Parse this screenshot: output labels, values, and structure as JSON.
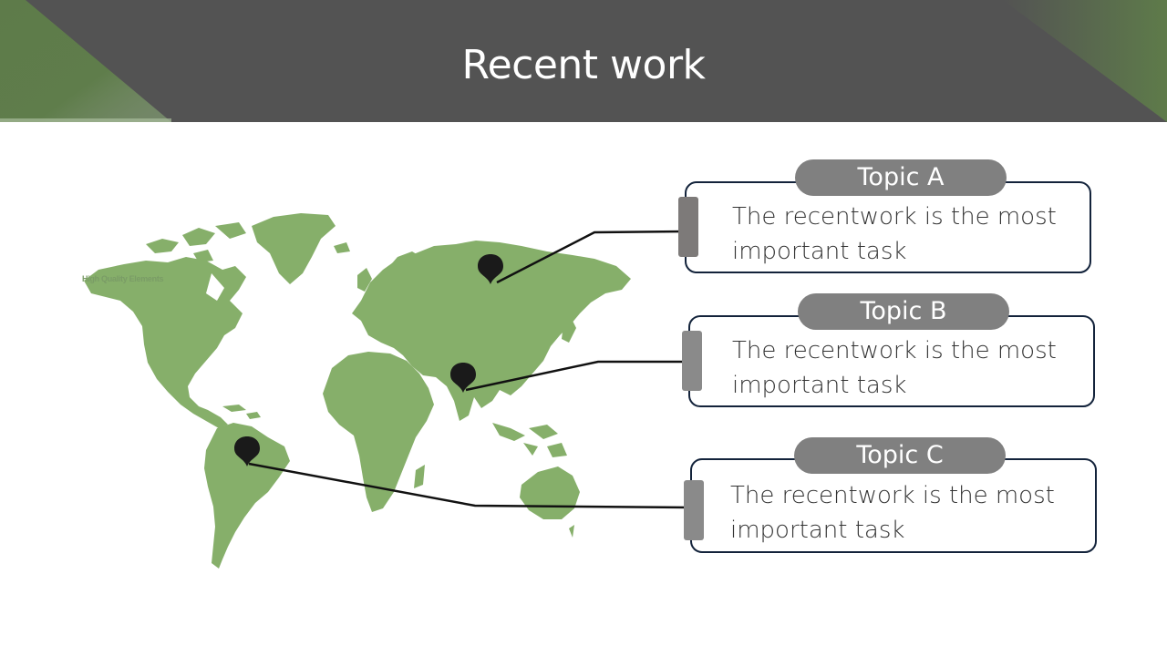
{
  "slide": {
    "title": "Recent work",
    "watermark": "High Quality Elements"
  },
  "topics": [
    {
      "label": "Topic A",
      "text": "The recentwork is the most important task"
    },
    {
      "label": "Topic B",
      "text": "The recentwork is the most important task"
    },
    {
      "label": "Topic C",
      "text": "The recentwork is the most important task"
    }
  ],
  "icons": [
    "map-pin-icon",
    "map-pin-icon",
    "map-pin-icon"
  ],
  "colors": {
    "header": "#535353",
    "accent_green": "#86af6a",
    "corner_green": "#5e7b4a",
    "pill": "#808080",
    "box_border": "#13233b",
    "pin": "#1a1a1a"
  }
}
